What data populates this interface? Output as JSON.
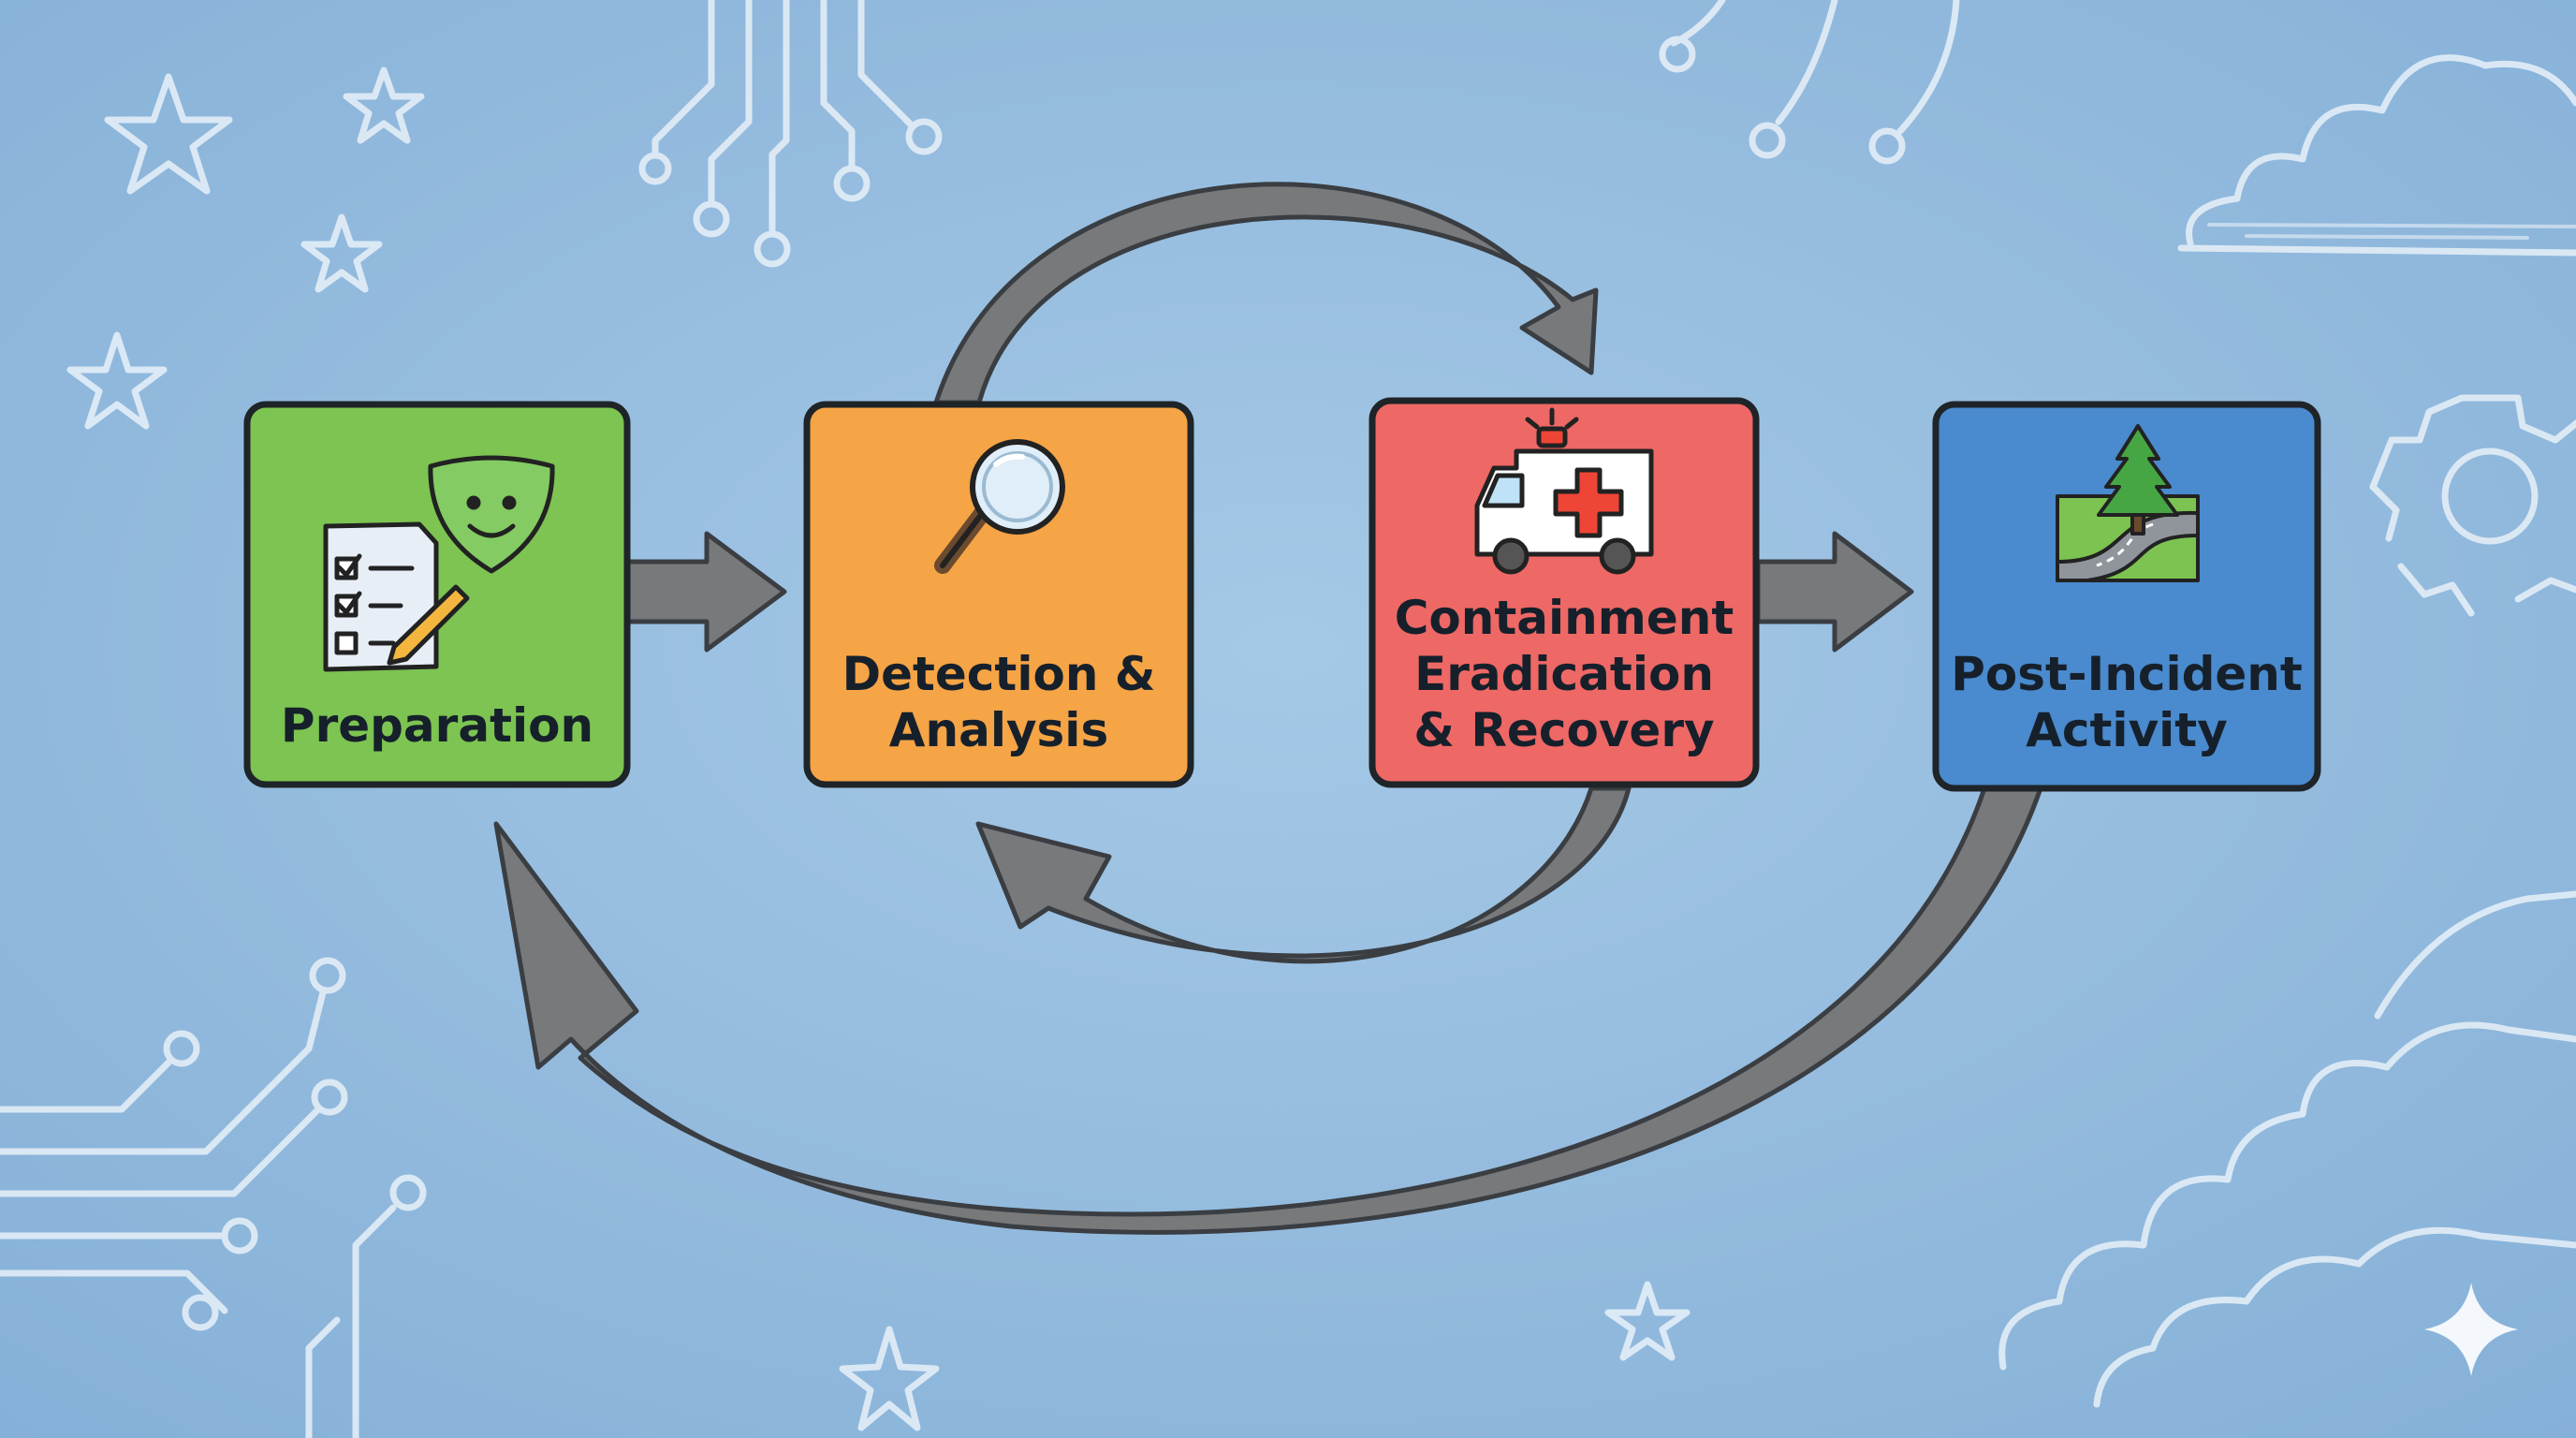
{
  "diagram": {
    "stages": [
      {
        "id": "preparation",
        "label": "Preparation",
        "color": "#7dc452",
        "icon": "checklist-shield-icon"
      },
      {
        "id": "detection",
        "label": "Detection &\nAnalysis",
        "color": "#f5a446",
        "icon": "magnifying-glass-icon"
      },
      {
        "id": "containment",
        "label": "Containment\nEradication\n& Recovery",
        "color": "#ee6866",
        "icon": "ambulance-icon"
      },
      {
        "id": "post-incident",
        "label": "Post-Incident\nActivity",
        "color": "#4a8ace",
        "icon": "road-tree-icon"
      }
    ],
    "arrow_color": "#77797b",
    "background_color": "#8fb9dd"
  }
}
